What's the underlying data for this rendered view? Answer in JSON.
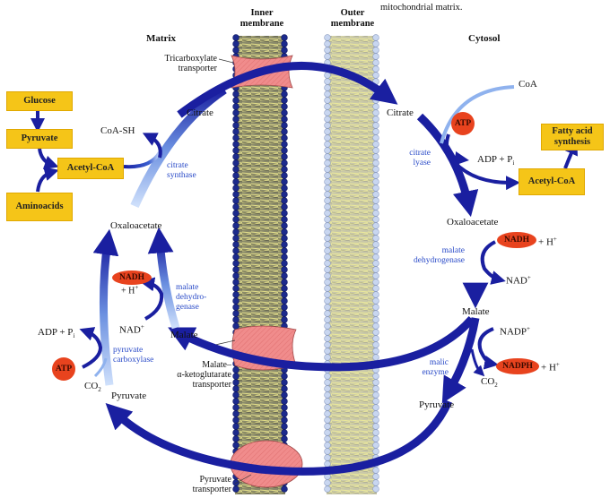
{
  "caption_fragment": "mitochondrial matrix.",
  "regions": {
    "matrix": "Matrix",
    "cytosol": "Cytosol",
    "inner_membrane": [
      "Inner",
      "membrane"
    ],
    "outer_membrane": [
      "Outer",
      "membrane"
    ]
  },
  "transporters": {
    "tricarboxylate": [
      "Tricarboxylate",
      "transporter"
    ],
    "malate_akg": [
      "Malate–",
      "α-ketoglutarate",
      "transporter"
    ],
    "pyruvate": [
      "Pyruvate",
      "transporter"
    ]
  },
  "boxes": {
    "glucose": "Glucose",
    "pyruvate": "Pyruvate",
    "acetyl_coa_matrix": "Acetyl-CoA",
    "amino_acids": [
      "Amino",
      "acids"
    ],
    "fatty_acid": [
      "Fatty acid",
      "synthesis"
    ],
    "acetyl_coa_cytosol": "Acetyl-CoA"
  },
  "matrix_metabolites": {
    "coa_sh": "CoA-SH",
    "citrate": "Citrate",
    "oxaloacetate": "Oxaloacetate",
    "nad_plus": "NAD",
    "h_plus": "+ H",
    "adp_pi": "ADP + P",
    "co2": "CO",
    "malate": "Malate",
    "pyruvate": "Pyruvate"
  },
  "cytosol_metabolites": {
    "citrate": "Citrate",
    "coa": "CoA",
    "adp_pi": "ADP + P",
    "oxaloacetate": "Oxaloacetate",
    "h_plus_1": "+ H",
    "nad_plus": "NAD",
    "malate": "Malate",
    "nadp_plus": "NADP",
    "h_plus_2": "+ H",
    "co2": "CO",
    "pyruvate": "Pyruvate"
  },
  "cofactors": {
    "atp_cytosol": "ATP",
    "nadh_cytosol": "NADH",
    "nadph_cytosol": "NADPH",
    "nadh_matrix": "NADH",
    "atp_matrix": "ATP"
  },
  "enzymes": {
    "citrate_synthase": [
      "citrate",
      "synthase"
    ],
    "citrate_lyase": [
      "citrate",
      "lyase"
    ],
    "malate_dh_cytosol": [
      "malate",
      "dehydrogenase"
    ],
    "malic_enzyme": [
      "malic",
      "enzyme"
    ],
    "malate_dh_matrix": [
      "malate",
      "dehydro-",
      "genase"
    ],
    "pyruvate_carboxylase": [
      "pyruvate",
      "carboxylase"
    ]
  },
  "symbols": {
    "plus": "+",
    "sub_i": "i",
    "sub_2": "2"
  },
  "colors": {
    "arrow": "#1a1fa0",
    "arrow_light": "#8fb2ee",
    "box": "#f5c518",
    "oval": "#e8431e",
    "transporter": "#f08c8c",
    "inner_head": "#1c2a8c",
    "outer_head": "#c8d6f0",
    "enzyme_text": "#2a4bc8"
  }
}
